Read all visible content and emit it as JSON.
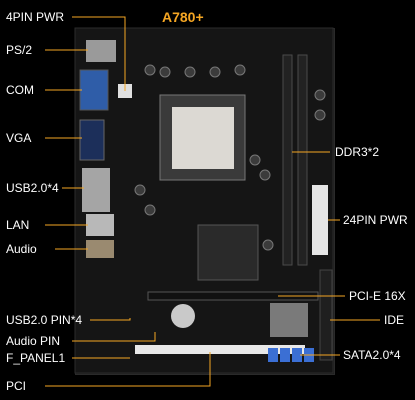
{
  "board": {
    "model": "A780+",
    "accent_color": "#f5a623",
    "line_color": "#f5a623"
  },
  "labels_left": {
    "pwr4": "4PIN PWR",
    "ps2": "PS/2",
    "com": "COM",
    "vga": "VGA",
    "usb": "USB2.0*4",
    "lan": "LAN",
    "audio": "Audio",
    "usbpin": "USB2.0 PIN*4",
    "audiopin": "Audio PIN",
    "fpanel": "F_PANEL1",
    "pci": "PCI"
  },
  "labels_right": {
    "ddr": "DDR3*2",
    "pwr24": "24PIN PWR",
    "pcie": "PCI-E  16X",
    "ide": "IDE",
    "sata": "SATA2.0*4"
  }
}
